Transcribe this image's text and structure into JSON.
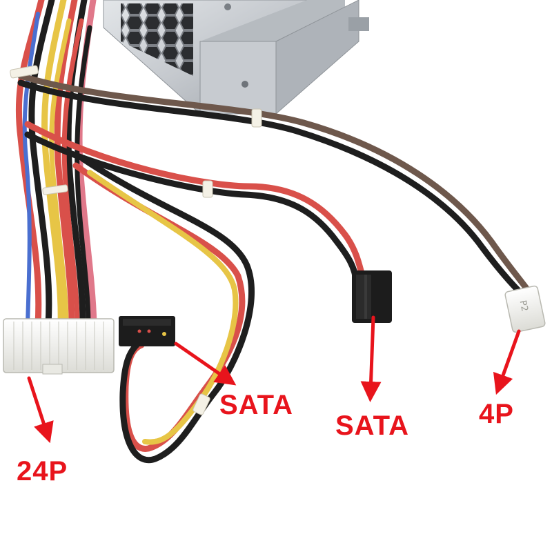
{
  "colors": {
    "label": "#e8141c",
    "arrow": "#e8141c",
    "psu_metal": "#c9cdd1",
    "connector_white": "#f2f2ee",
    "connector_black": "#1c1c1c",
    "wire_red": "#d9504a",
    "wire_yellow": "#e7c546",
    "wire_black": "#1e1e1e",
    "wire_brown": "#6e584c",
    "wire_pink": "#e0788a"
  },
  "labels": {
    "atx_24p": "24P",
    "sata_left": "SATA",
    "sata_right": "SATA",
    "molex_4p": "4P"
  },
  "connector_marking": "P2"
}
